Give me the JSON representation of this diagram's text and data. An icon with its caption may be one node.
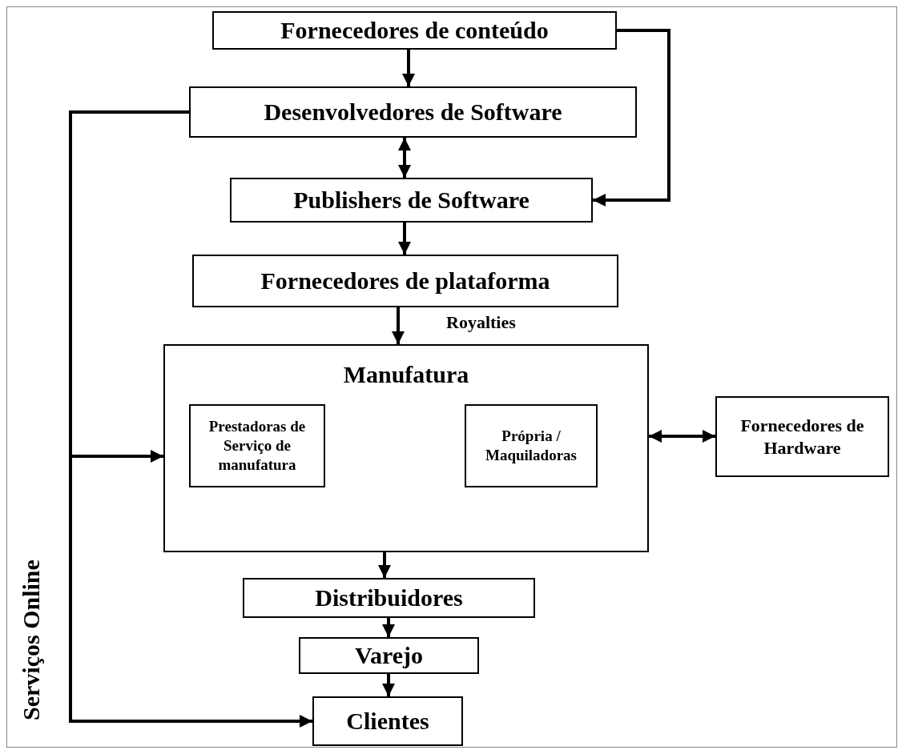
{
  "diagram": {
    "nodes": [
      {
        "text": [
          "Fornecedores de conteúdo"
        ]
      },
      {
        "text": [
          "Desenvolvedores de Software"
        ]
      },
      {
        "text": [
          "Publishers de Software"
        ]
      },
      {
        "text": [
          "Fornecedores de plataforma"
        ]
      },
      {
        "text": [
          "Manufatura"
        ]
      },
      {
        "text": [
          "Prestadoras de Serviço de manufatura"
        ],
        "in": 4
      },
      {
        "text": [
          "Própria / Maquiladoras"
        ],
        "in": 4
      },
      {
        "text": [
          "Fornecedores de Hardware"
        ]
      },
      {
        "text": [
          "Distribuidores"
        ]
      },
      {
        "text": [
          "Varejo"
        ]
      },
      {
        "text": [
          "Clientes"
        ]
      }
    ],
    "edges": [
      {
        "from": 0,
        "to": 1,
        "arrow": "to"
      },
      {
        "from": 0,
        "to": 2,
        "arrow": "to"
      },
      {
        "from": 1,
        "to": 2,
        "arrow": "both"
      },
      {
        "from": 2,
        "to": 3,
        "arrow": "to"
      },
      {
        "from": 3,
        "to": 4,
        "arrow": "to",
        "label": "Royalties"
      },
      {
        "from": 4,
        "to": 7,
        "arrow": "both"
      },
      {
        "from": 4,
        "to": 8,
        "arrow": "to"
      },
      {
        "from": 8,
        "to": 9,
        "arrow": "to"
      },
      {
        "from": 9,
        "to": 10,
        "arrow": "to"
      },
      {
        "from": 1,
        "to": 4,
        "arrow": "to"
      },
      {
        "from": 1,
        "to": 10,
        "arrow": "to"
      }
    ],
    "labels": [
      "Serviços Online"
    ]
  }
}
